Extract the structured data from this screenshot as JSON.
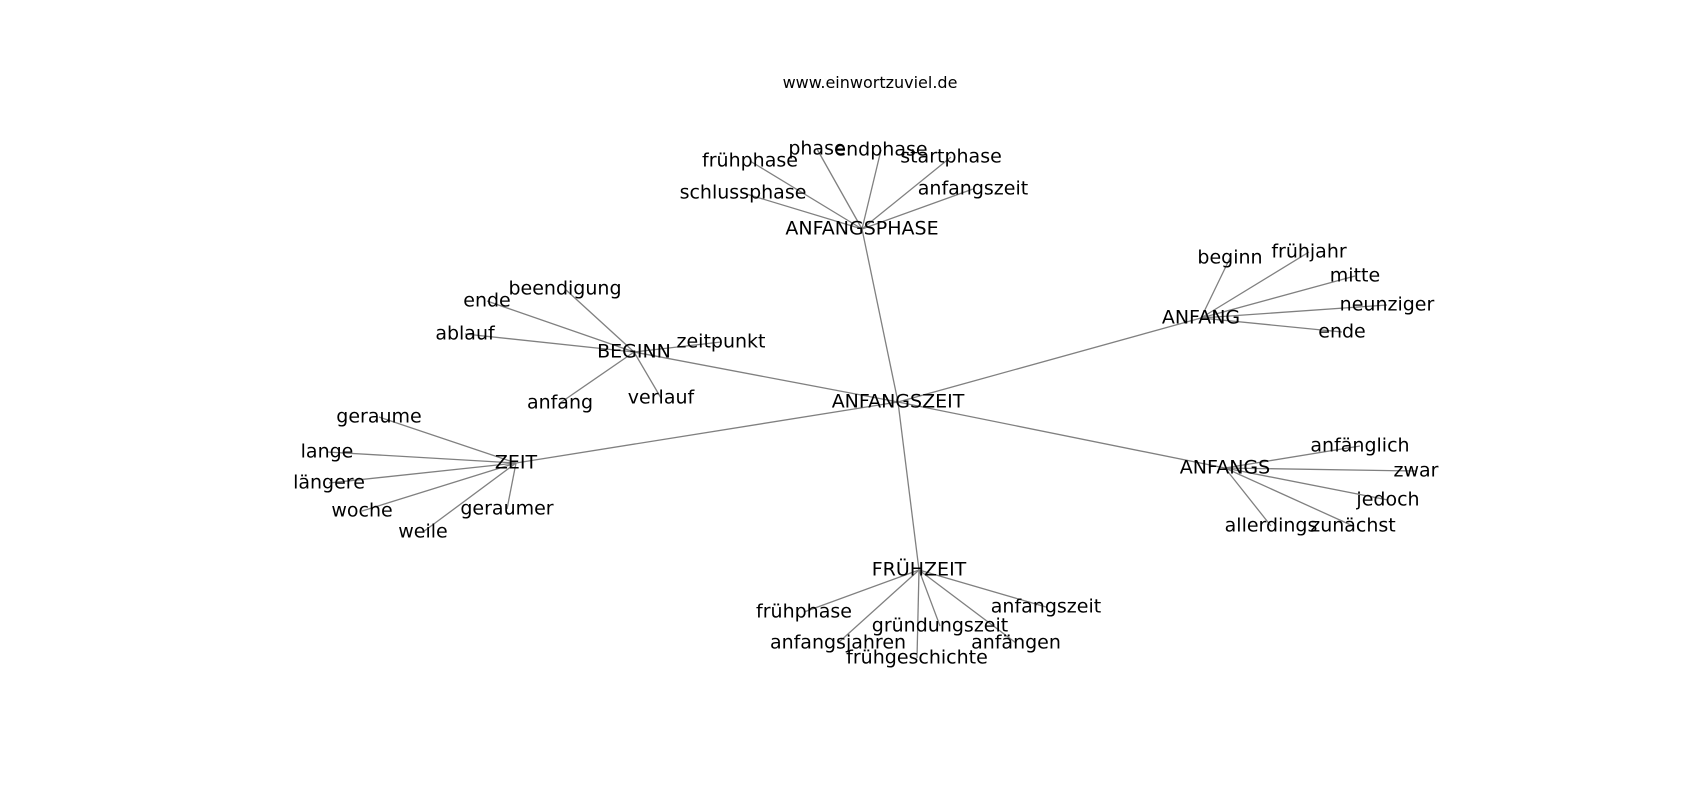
{
  "title": "www.einwortzuviel.de",
  "colors": {
    "edge": "#808080",
    "text": "#000000",
    "background": "#ffffff"
  },
  "graph": {
    "center": "ANFANGSZEIT",
    "hubs": [
      {
        "name": "ANFANGSPHASE",
        "words": [
          "frühphase",
          "phase",
          "endphase",
          "startphase",
          "schlussphase",
          "anfangszeit"
        ]
      },
      {
        "name": "ANFANG",
        "words": [
          "beginn",
          "frühjahr",
          "mitte",
          "neunziger",
          "ende"
        ]
      },
      {
        "name": "BEGINN",
        "words": [
          "beendigung",
          "ende",
          "ablauf",
          "zeitpunkt",
          "anfang",
          "verlauf"
        ]
      },
      {
        "name": "ZEIT",
        "words": [
          "geraume",
          "lange",
          "längere",
          "woche",
          "weile",
          "geraumer"
        ]
      },
      {
        "name": "ANFANGS",
        "words": [
          "anfänglich",
          "zwar",
          "jedoch",
          "allerdings",
          "zunächst"
        ]
      },
      {
        "name": "FRÜHZEIT",
        "words": [
          "frühphase",
          "anfangszeit",
          "gründungszeit",
          "anfangsjahren",
          "anfängen",
          "frühgeschichte"
        ]
      }
    ]
  }
}
